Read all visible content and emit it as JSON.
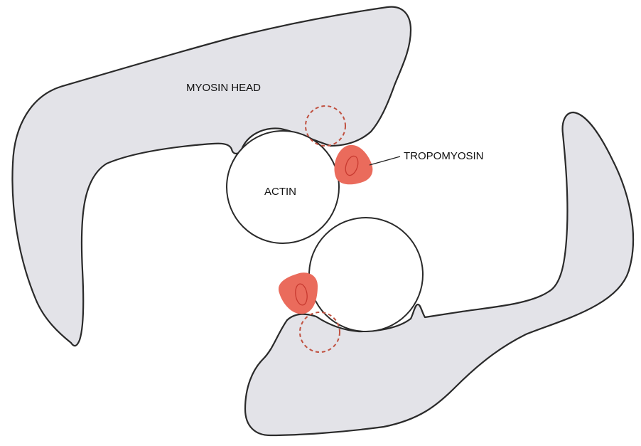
{
  "labels": {
    "myosin_head": "MYOSIN HEAD",
    "actin": "ACTIN",
    "tropomyosin": "TROPOMYOSIN"
  },
  "colors": {
    "myosin_fill": "#e3e3e8",
    "outline": "#2a2a2a",
    "tropomyosin_fill": "#ea6b5c",
    "tropomyosin_inner": "#c83a30",
    "binding_site_dashed": "#c0503f",
    "background": "#ffffff"
  }
}
